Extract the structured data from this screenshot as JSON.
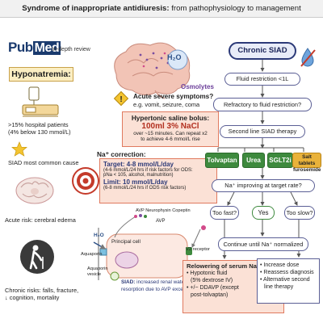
{
  "title": {
    "bold": "Syndrome of inappropriate antidiuresis:",
    "rest": " from pathophysiology to management"
  },
  "pubmed": {
    "pub": "Pub",
    "med": "Med",
    "subtitle": "In-depth review"
  },
  "hyponatremia": {
    "label": "Hyponatremia:",
    "stat1": ">15% hospital patients",
    "stat2": "(4% below 130 mmol/L)",
    "cause": "SIAD most common cause",
    "acute_risk": "Acute risk: cerebral edema",
    "chronic_risks_1": "Chronic risks: falls, fracture,",
    "chronic_risks_2": "↓ cognition, mortality"
  },
  "brain": {
    "h2o": "H₂O",
    "osmolytes": "Osmolytes"
  },
  "acute": {
    "question": "Acute severe symptoms?",
    "examples": "e.g. vomit, seizure, coma",
    "bolus_title": "Hypertonic saline bolus:",
    "bolus_dose": "100ml 3% NaCl",
    "bolus_note1": "over ~15 minutes. Can repeat x2",
    "bolus_note2": "to achieve 4-6 mmol/L rise"
  },
  "na_correction": {
    "heading": "Na⁺ correction:",
    "target": "Target: 4-8 mmol/L/day",
    "target_note1": "(4-6 mmol/L/24 hrs if risk factors for ODS:",
    "target_note2": "pNa < 105, alcohol, malnutrition)",
    "limit": "Limit: 10 mmol/L/day",
    "limit_note": "(6-8 mmol/L/24 hrs if ODS risk factors)"
  },
  "cell": {
    "vesicle_label": "AVP Neurophysin Copeptin",
    "avp": "AVP",
    "h2o": "H₂O",
    "principal": "Principal cell",
    "aquaporin": "Aquaporin",
    "aquaporin_vesicle": "Aquaporin vesicle",
    "v2": "V2 receptor",
    "siad_bold": "SIAD:",
    "siad_text1": " increased renal water",
    "siad_text2": "resorption due to AVP excess"
  },
  "flow": {
    "chronic": "Chronic SIAD",
    "fluid": "Fluid restriction <1L",
    "refractory": "Refractory to fluid restriction?",
    "second_line": "Second line SIAD therapy",
    "drugs": [
      "Tolvaptan",
      "Urea",
      "SGLT2i"
    ],
    "salt1": "Salt tablets",
    "salt2": "furosemide",
    "na_question": "Na⁺ improving at target rate?",
    "too_fast": "Too fast?",
    "yes": "Yes",
    "too_slow": "Too slow?",
    "continue": "Continue until Na⁺ normalized",
    "relowering_title": "Relowering of serum Na⁺:",
    "relowering_items": [
      "• Hypotonic fluid",
      "  (5% dextrose IV)",
      "• +/− DDAVP (except",
      "  post-tolvaptan)"
    ],
    "slow_items": [
      "• Increase dose",
      "• Reassess diagnosis",
      "• Alternative second",
      "  line therapy"
    ]
  },
  "colors": {
    "green": "#3e8a3e",
    "navy": "#2c3a78",
    "salmon": "#fbe1d6",
    "red": "#c43a2a"
  }
}
